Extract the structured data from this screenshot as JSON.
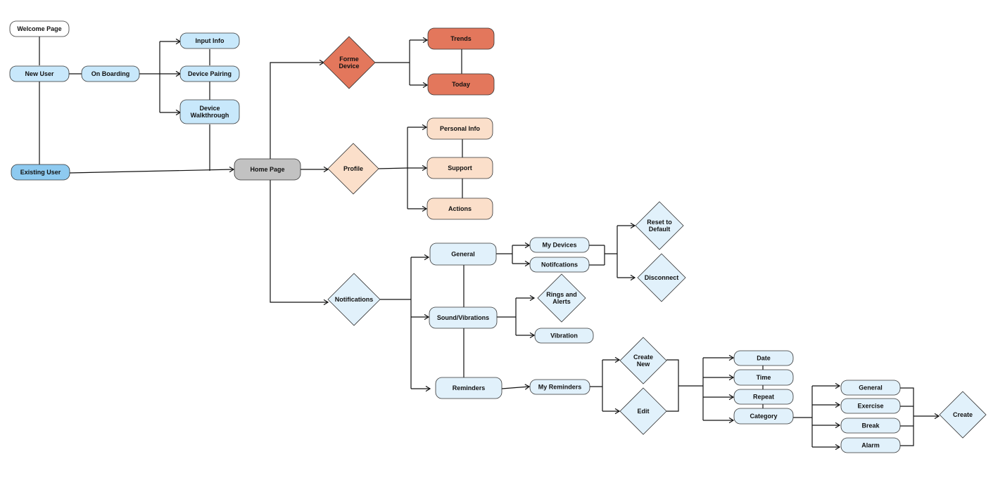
{
  "colors": {
    "white": "#ffffff",
    "blue_light": "#c8e8fb",
    "blue_mid": "#8ecaf0",
    "blue_pale": "#e1f1fb",
    "gray": "#c2c2c2",
    "orange": "#e3775c",
    "peach": "#fbdfca",
    "line": "#111111"
  },
  "nodes": {
    "welcome_page": "Welcome Page",
    "new_user": "New User",
    "on_boarding": "On Boarding",
    "input_info": "Input Info",
    "device_pairing": "Device Pairing",
    "device_walkthrough": [
      "Device",
      "Walkthrough"
    ],
    "existing_user": "Existing User",
    "home_page": "Home Page",
    "forme_device": [
      "Forme",
      "Device"
    ],
    "trends": "Trends",
    "today": "Today",
    "profile": "Profile",
    "personal_info": "Personal Info",
    "support": "Support",
    "actions": "Actions",
    "notifications": "Notifications",
    "general": "General",
    "my_devices": "My Devices",
    "notifcations": "Notifcations",
    "reset_to_default": [
      "Reset to",
      "Default"
    ],
    "disconnect": "Disconnect",
    "sound_vibrations": "Sound/Vibrations",
    "rings_and_alerts": [
      "Rings and",
      "Alerts"
    ],
    "vibration": "Vibration",
    "reminders": "Reminders",
    "my_reminders": "My Reminders",
    "create_new": [
      "Create",
      "New"
    ],
    "edit": "Edit",
    "date": "Date",
    "time": "Time",
    "repeat": "Repeat",
    "category": "Category",
    "cat_general": "General",
    "cat_exercise": "Exercise",
    "cat_break": "Break",
    "cat_alarm": "Alarm",
    "create": "Create"
  }
}
